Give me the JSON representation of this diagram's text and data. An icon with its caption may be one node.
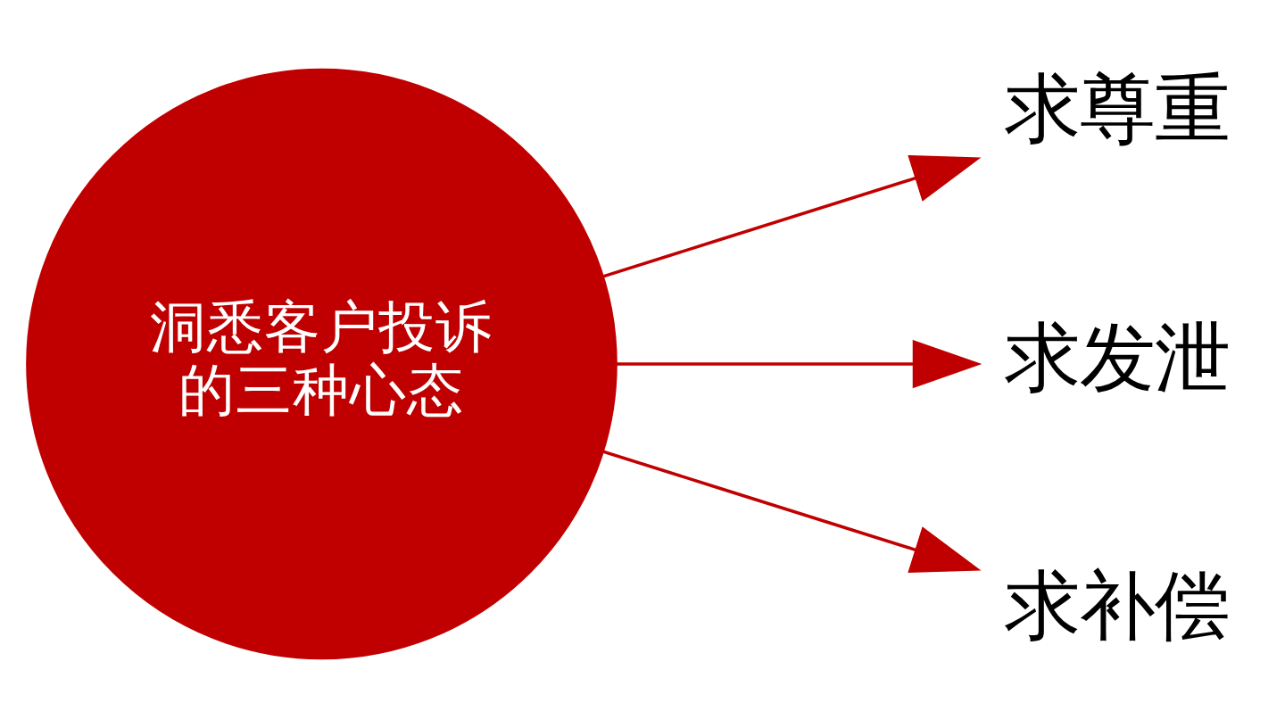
{
  "diagram": {
    "nodes": [
      {
        "text": [
          "洞悉客户投诉的三种心态"
        ]
      },
      {
        "text": [
          "求尊重"
        ]
      },
      {
        "text": [
          "求发泄"
        ]
      },
      {
        "text": [
          "求补偿"
        ]
      }
    ],
    "edges": [
      {
        "from": 0,
        "to": 1,
        "arrow": "to"
      },
      {
        "from": 0,
        "to": 2,
        "arrow": "to"
      },
      {
        "from": 0,
        "to": 3,
        "arrow": "to"
      }
    ]
  }
}
